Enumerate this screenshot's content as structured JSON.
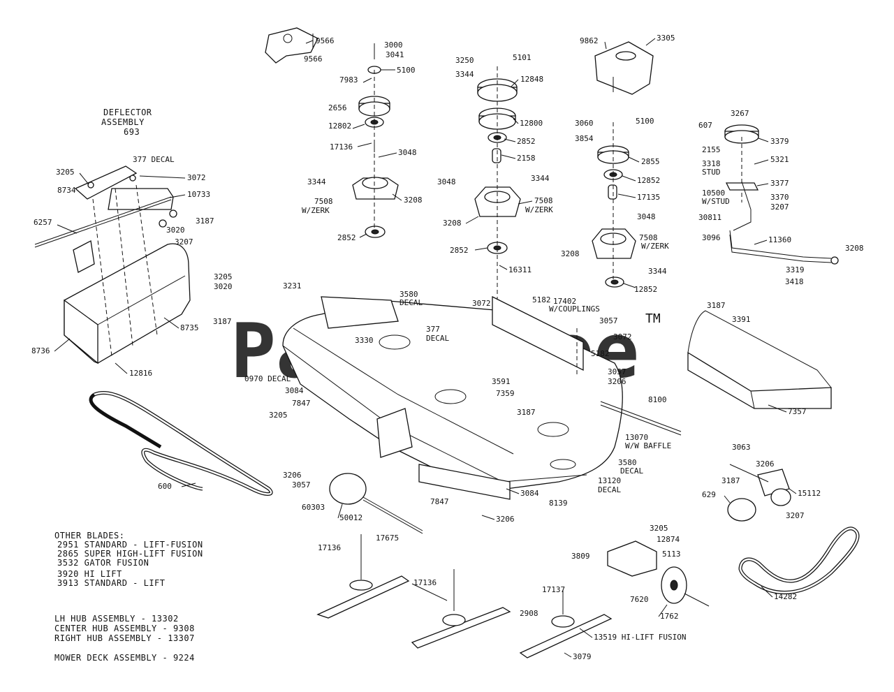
{
  "watermark": {
    "text": "PartsTree",
    "tm": "TM"
  },
  "assembly_titles": {
    "deflector_assembly": [
      "DEFLECTOR",
      "ASSEMBLY",
      "693"
    ],
    "blades": {
      "heading": "OTHER BLADES:",
      "lines": [
        "2951 STANDARD - LIFT-FUSION",
        "2865 SUPER HIGH-LIFT FUSION",
        "3532 GATOR FUSION",
        "",
        "3920 HI LIFT",
        "3913 STANDARD - LIFT"
      ]
    },
    "hub_assemblies": [
      "LH  HUB ASSEMBLY - 13302",
      "CENTER HUB ASSEMBLY - 9308",
      "RIGHT HUB ASSEMBLY - 13307"
    ],
    "mower_deck": "MOWER DECK ASSEMBLY - 9224"
  },
  "callouts": [
    {
      "id": "c01",
      "text": "9566"
    },
    {
      "id": "c02",
      "text": "9566"
    },
    {
      "id": "c03",
      "text": "3000"
    },
    {
      "id": "c04",
      "text": "3041"
    },
    {
      "id": "c05",
      "text": "7983"
    },
    {
      "id": "c06",
      "text": "5100"
    },
    {
      "id": "c07",
      "text": "2656"
    },
    {
      "id": "c08",
      "text": "12802"
    },
    {
      "id": "c09",
      "text": "17136"
    },
    {
      "id": "c10",
      "text": "3048"
    },
    {
      "id": "c11",
      "text": "3344"
    },
    {
      "id": "c12",
      "text": "7508"
    },
    {
      "id": "c13",
      "text": "W/ZERK"
    },
    {
      "id": "c14",
      "text": "3208"
    },
    {
      "id": "c15",
      "text": "2852"
    },
    {
      "id": "c16",
      "text": "3250"
    },
    {
      "id": "c17",
      "text": "5101"
    },
    {
      "id": "c18",
      "text": "3344"
    },
    {
      "id": "c19",
      "text": "12848"
    },
    {
      "id": "c20",
      "text": "12800"
    },
    {
      "id": "c21",
      "text": "2852"
    },
    {
      "id": "c22",
      "text": "2158"
    },
    {
      "id": "c23",
      "text": "3048"
    },
    {
      "id": "c24",
      "text": "3344"
    },
    {
      "id": "c25",
      "text": "7508"
    },
    {
      "id": "c26",
      "text": "W/ZERK"
    },
    {
      "id": "c27",
      "text": "3208"
    },
    {
      "id": "c28",
      "text": "2852"
    },
    {
      "id": "c29",
      "text": "16311"
    },
    {
      "id": "c30",
      "text": "9862"
    },
    {
      "id": "c31",
      "text": "3305"
    },
    {
      "id": "c32",
      "text": "3060"
    },
    {
      "id": "c33",
      "text": "5100"
    },
    {
      "id": "c34",
      "text": "3854"
    },
    {
      "id": "c35",
      "text": "2855"
    },
    {
      "id": "c36",
      "text": "12852"
    },
    {
      "id": "c37",
      "text": "17135"
    },
    {
      "id": "c38",
      "text": "3048"
    },
    {
      "id": "c39",
      "text": "7508"
    },
    {
      "id": "c40",
      "text": "W/ZERK"
    },
    {
      "id": "c41",
      "text": "3208"
    },
    {
      "id": "c42",
      "text": "3344"
    },
    {
      "id": "c43",
      "text": "12852"
    },
    {
      "id": "c44",
      "text": "3267"
    },
    {
      "id": "c45",
      "text": "607"
    },
    {
      "id": "c46",
      "text": "3379"
    },
    {
      "id": "c47",
      "text": "2155"
    },
    {
      "id": "c48",
      "text": "5321"
    },
    {
      "id": "c49",
      "text": "3318"
    },
    {
      "id": "c50",
      "text": "STUD"
    },
    {
      "id": "c51",
      "text": "3377"
    },
    {
      "id": "c52",
      "text": "10500"
    },
    {
      "id": "c53",
      "text": "W/STUD"
    },
    {
      "id": "c54",
      "text": "3370"
    },
    {
      "id": "c55",
      "text": "3207"
    },
    {
      "id": "c56",
      "text": "30811"
    },
    {
      "id": "c57",
      "text": "3096"
    },
    {
      "id": "c58",
      "text": "11360"
    },
    {
      "id": "c59",
      "text": "3208"
    },
    {
      "id": "c60",
      "text": "3319"
    },
    {
      "id": "c61",
      "text": "3418"
    },
    {
      "id": "c62",
      "text": "3205"
    },
    {
      "id": "c63",
      "text": "377 DECAL"
    },
    {
      "id": "c64",
      "text": "3072"
    },
    {
      "id": "c65",
      "text": "8734"
    },
    {
      "id": "c66",
      "text": "10733"
    },
    {
      "id": "c67",
      "text": "6257"
    },
    {
      "id": "c68",
      "text": "3187"
    },
    {
      "id": "c69",
      "text": "3020"
    },
    {
      "id": "c70",
      "text": "3207"
    },
    {
      "id": "c71",
      "text": "8735"
    },
    {
      "id": "c72",
      "text": "8736"
    },
    {
      "id": "c73",
      "text": "12816"
    },
    {
      "id": "c74",
      "text": "3205"
    },
    {
      "id": "c75",
      "text": "3020"
    },
    {
      "id": "c76",
      "text": "3231"
    },
    {
      "id": "c77",
      "text": "3187"
    },
    {
      "id": "c78",
      "text": "3580"
    },
    {
      "id": "c79",
      "text": "DECAL"
    },
    {
      "id": "c80",
      "text": "3330"
    },
    {
      "id": "c81",
      "text": "377"
    },
    {
      "id": "c82",
      "text": "DECAL"
    },
    {
      "id": "c83",
      "text": "0970 DECAL"
    },
    {
      "id": "c84",
      "text": "3072"
    },
    {
      "id": "c85",
      "text": "5182"
    },
    {
      "id": "c86",
      "text": "17402"
    },
    {
      "id": "c87",
      "text": "W/COUPLINGS"
    },
    {
      "id": "c88",
      "text": "3057"
    },
    {
      "id": "c89",
      "text": "3072"
    },
    {
      "id": "c90",
      "text": "5182"
    },
    {
      "id": "c91",
      "text": "3057"
    },
    {
      "id": "c92",
      "text": "3206"
    },
    {
      "id": "c93",
      "text": "3591"
    },
    {
      "id": "c94",
      "text": "7359"
    },
    {
      "id": "c95",
      "text": "3084"
    },
    {
      "id": "c96",
      "text": "7847"
    },
    {
      "id": "c97",
      "text": "3205"
    },
    {
      "id": "c98",
      "text": "3187"
    },
    {
      "id": "c99",
      "text": "8100"
    },
    {
      "id": "c100",
      "text": "13070"
    },
    {
      "id": "c101",
      "text": "W/W BAFFLE"
    },
    {
      "id": "c102",
      "text": "3580"
    },
    {
      "id": "c103",
      "text": "DECAL"
    },
    {
      "id": "c104",
      "text": "13120"
    },
    {
      "id": "c105",
      "text": "DECAL"
    },
    {
      "id": "c106",
      "text": "3187"
    },
    {
      "id": "c107",
      "text": "3391"
    },
    {
      "id": "c108",
      "text": "7357"
    },
    {
      "id": "c109",
      "text": "600"
    },
    {
      "id": "c110",
      "text": "3206"
    },
    {
      "id": "c111",
      "text": "3057"
    },
    {
      "id": "c112",
      "text": "60303"
    },
    {
      "id": "c113",
      "text": "50012"
    },
    {
      "id": "c114",
      "text": "7847"
    },
    {
      "id": "c115",
      "text": "3084"
    },
    {
      "id": "c116",
      "text": "8139"
    },
    {
      "id": "c117",
      "text": "3206"
    },
    {
      "id": "c118",
      "text": "17675"
    },
    {
      "id": "c119",
      "text": "3063"
    },
    {
      "id": "c120",
      "text": "3206"
    },
    {
      "id": "c121",
      "text": "3187"
    },
    {
      "id": "c122",
      "text": "15112"
    },
    {
      "id": "c123",
      "text": "629"
    },
    {
      "id": "c124",
      "text": "3207"
    },
    {
      "id": "c125",
      "text": "17136"
    },
    {
      "id": "c126",
      "text": "17136"
    },
    {
      "id": "c127",
      "text": "3205"
    },
    {
      "id": "c128",
      "text": "12874"
    },
    {
      "id": "c129",
      "text": "3809"
    },
    {
      "id": "c130",
      "text": "5113"
    },
    {
      "id": "c131",
      "text": "17137"
    },
    {
      "id": "c132",
      "text": "2908"
    },
    {
      "id": "c133",
      "text": "13519 HI-LIFT FUSION"
    },
    {
      "id": "c134",
      "text": "7620"
    },
    {
      "id": "c135",
      "text": "1762"
    },
    {
      "id": "c136",
      "text": "3079"
    },
    {
      "id": "c137",
      "text": "14282"
    }
  ]
}
